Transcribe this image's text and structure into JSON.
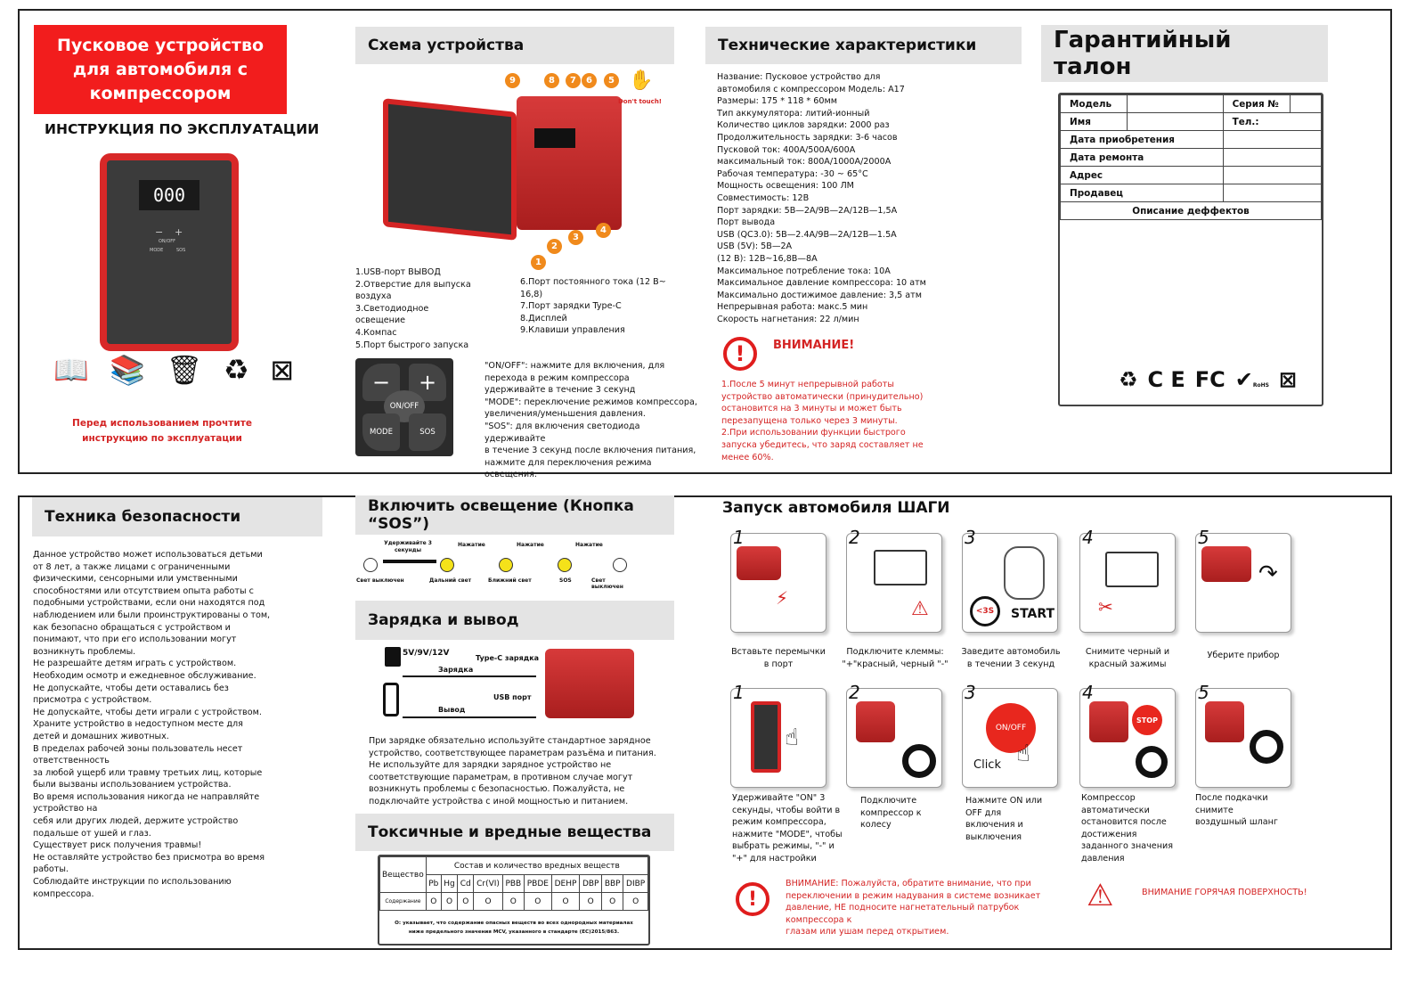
{
  "cover": {
    "title": "Пусковое устройство\nдля автомобиля с\nкомпрессором",
    "manual": "ИНСТРУКЦИЯ ПО ЭКСПЛУАТАЦИИ",
    "device_display": "000",
    "device_minus": "−",
    "device_plus": "+",
    "device_onoff": "ON/OFF",
    "device_mode": "MODE",
    "device_sos": "SOS",
    "read_note": "Перед использованием прочтите\nинструкцию по эксплуатации"
  },
  "scheme": {
    "title": "Схема устройства",
    "dont_touch": "Don't touch!",
    "callouts": [
      "9",
      "8",
      "7",
      "6",
      "5",
      "1",
      "2",
      "3",
      "4"
    ],
    "parts_left": "1.USB-порт ВЫВОД\n2.Отверстие для выпуска\nвоздуха\n3.Светодиодное\nосвещение\n4.Компас\n5.Порт быстрого запуска",
    "parts_right": "6.Порт постоянного тока (12 В~\n16,8)\n7.Порт зарядки Type-C\n8.Дисплей\n9.Клавиши управления",
    "keys": {
      "minus": "−",
      "plus": "+",
      "onoff": "ON/OFF",
      "mode": "MODE",
      "sos": "SOS"
    },
    "keys_text": "\"ON/OFF\": нажмите для включения, для\nперехода в режим компрессора\nудерживайте в течение 3 секунд\n\"MODE\": переключение режимов компрессора,\nувеличения/уменьшения давления.\n\"SOS\": для включения светодиода удерживайте\nв течение 3 секунд после включения питания,\nнажмите для переключения режима\nосвещения."
  },
  "specs": {
    "title": "Технические характеристики",
    "text": "Название: Пусковое устройство для\nавтомобиля с компрессором Модель: A17\nРазмеры: 175 * 118 * 60мм\nТип аккумулятора: литий-ионный\nКоличество циклов зарядки: 2000 раз\nПродолжительность зарядки: 3-6 часов\nПусковой ток: 400A/500A/600A\nмаксимальный ток: 800A/1000A/2000A\nРабочая температура: -30 ~ 65°C\nМощность освещения: 100 ЛМ\nСовместимость: 12В\nПорт зарядки: 5В—2А/9В—2А/12В—1,5А\nПорт вывода\nUSB (QC3.0): 5В—2.4А/9В—2А/12В—1.5А\nUSB (5V): 5В—2А\n(12 В): 12В~16,8В—8А\nМаксимальное потребление тока: 10А\nМаксимальное давление компрессора: 10 атм\nМаксимально достижимое давление: 3,5 атм\nНепрерывная работа: макс.5 мин\nСкорость нагнетания: 22 л/мин",
    "warn_icon": "!",
    "warn_title": "ВНИМАНИЕ!",
    "warn_text": "1.После 5 минут непрерывной работы\nустройство автоматически (принудительно)\nостановится на 3 минуты и может быть\nперезапущена только через 3 минуты.\n2.При использовании функции быстрого\nзапуска убедитесь, что заряд составляет не\nменее 60%."
  },
  "warranty": {
    "title": "Гарантийный талон",
    "model": "Модель",
    "serial": "Серия №",
    "name": "Имя",
    "phone": "Тел.:",
    "purchase": "Дата приобретения",
    "repair": "Дата ремонта",
    "address": "Адрес",
    "seller": "Продавец",
    "defects": "Описание деффектов",
    "marks": [
      "♻",
      "C E",
      "FC",
      "✔",
      "⊠"
    ],
    "rohs": "RoHS"
  },
  "safety": {
    "title": "Техника безопасности",
    "text": "Данное устройство может использоваться детьми\nот 8 лет, а также лицами с ограниченными\nфизическими, сенсорными или умственными\nспособностями или отсутствием опыта работы с\nподобными устройствами, если они находятся под\nнаблюдением или были проинструктированы о том,\nкак безопасно обращаться с устройством и\nпонимают, что при его использовании могут\nвозникнуть проблемы.\nНе разрешайте детям играть с устройством.\nНеобходим осмотр и ежедневное обслуживание.\nНе допускайте, чтобы дети оставались без\nприсмотра с устройством.\nНе допускайте, чтобы дети играли с устройством.\nХраните устройство в недоступном месте для\nдетей и домашних животных.\nВ пределах рабочей зоны пользователь несет\nответственность\nза любой ущерб или травму третьих лиц, которые\nбыли вызваны использованием устройства.\nВо время использования никогда не направляйте\nустройство на\nсебя или других людей, держите устройство\nподальше от ушей и глаз.\nСуществует риск получения травмы!\nНе оставляйте устройство без присмотра во время\nработы.\nСоблюдайте инструкции по использованию\nкомпрессора."
  },
  "light": {
    "title": "Включить освещение (Кнопка “SOS”)",
    "hold": "Удерживайте 3\nсекунды",
    "press": "Нажатие",
    "states": [
      "Свет выключен",
      "Дальний свет",
      "Ближний свет",
      "SOS",
      "Свет выключен"
    ]
  },
  "charge": {
    "title": "Зарядка и вывод",
    "volt": "5V/9V/12V",
    "typec": "Type-C зарядка",
    "charge_lbl": "Зарядка",
    "usb": "USB порт",
    "output_lbl": "Вывод",
    "text": "При зарядке обязательно используйте стандартное зарядное\nустройство, соответствующее параметрам разъёма и питания.\nНе используйте для зарядки зарядное устройство не\nсоответствующие параметрам, в противном случае могут\nвозникнуть проблемы с безопасностью. Пожалуйста, не\nподключайте устройства с иной мощностью и питанием."
  },
  "toxic": {
    "title": "Токсичные и вредные вещества",
    "table_title": "Состав и количество вредных веществ",
    "row1": "Вещество",
    "row2": "Содержание",
    "substances": [
      "Pb",
      "Hg",
      "Cd",
      "Cr(VI)",
      "PBB",
      "PBDE",
      "DEHP",
      "DBP",
      "BBP",
      "DIBP"
    ],
    "values": [
      "O",
      "O",
      "O",
      "O",
      "O",
      "O",
      "O",
      "O",
      "O",
      "O"
    ],
    "note": "O: указывает, что содержание опасных веществ во всех однородных материалах\nниже предельного значения MCV, указанного в стандарте (EC)2015/863."
  },
  "start": {
    "title": "Запуск автомобиля ШАГИ",
    "steps": [
      {
        "n": "1",
        "cap": "Вставьте перемычки\nв порт"
      },
      {
        "n": "2",
        "cap": "Подключите клеммы:\n\"+\"красный, черный \"-\""
      },
      {
        "n": "3",
        "cap": "Заведите автомобиль\nв течении 3 секунд"
      },
      {
        "n": "4",
        "cap": "Снимите черный и\nкрасный зажимы"
      },
      {
        "n": "5",
        "cap": "Уберите прибор"
      }
    ],
    "start_text": "START",
    "three_s": "<3S"
  },
  "comp": {
    "steps": [
      {
        "n": "1",
        "cap": "Удерживайте \"ON\" 3\nсекунды, чтобы войти в\nрежим компрессора,\nнажмите \"MODE\", чтобы\nвыбрать режимы, \"-\" и\n\"+\" для настройки"
      },
      {
        "n": "2",
        "cap": "Подключите\nкомпрессор к\nколесу"
      },
      {
        "n": "3",
        "cap": "Нажмите ON или\nOFF для\nвключения и\nвыключения"
      },
      {
        "n": "4",
        "cap": "Компрессор\nавтоматически\nостановится после\nдостижения\nзаданного значения\nдавления"
      },
      {
        "n": "5",
        "cap": "После подкачки\nснимите\nвоздушный шланг"
      }
    ],
    "onoff": "ON/OFF",
    "click": "Click",
    "stop": "STOP",
    "warn_icon": "!",
    "warn_text": "ВНИМАНИЕ: Пожалуйста, обратите внимание, что при\nпереключении в режим надувания в системе возникает\nдавление, НЕ подносите нагнетательный патрубок компрессора к\nглазам или ушам перед открытием.",
    "hot_text": "ВНИМАНИЕ ГОРЯЧАЯ ПОВЕРХНОСТЬ!"
  }
}
